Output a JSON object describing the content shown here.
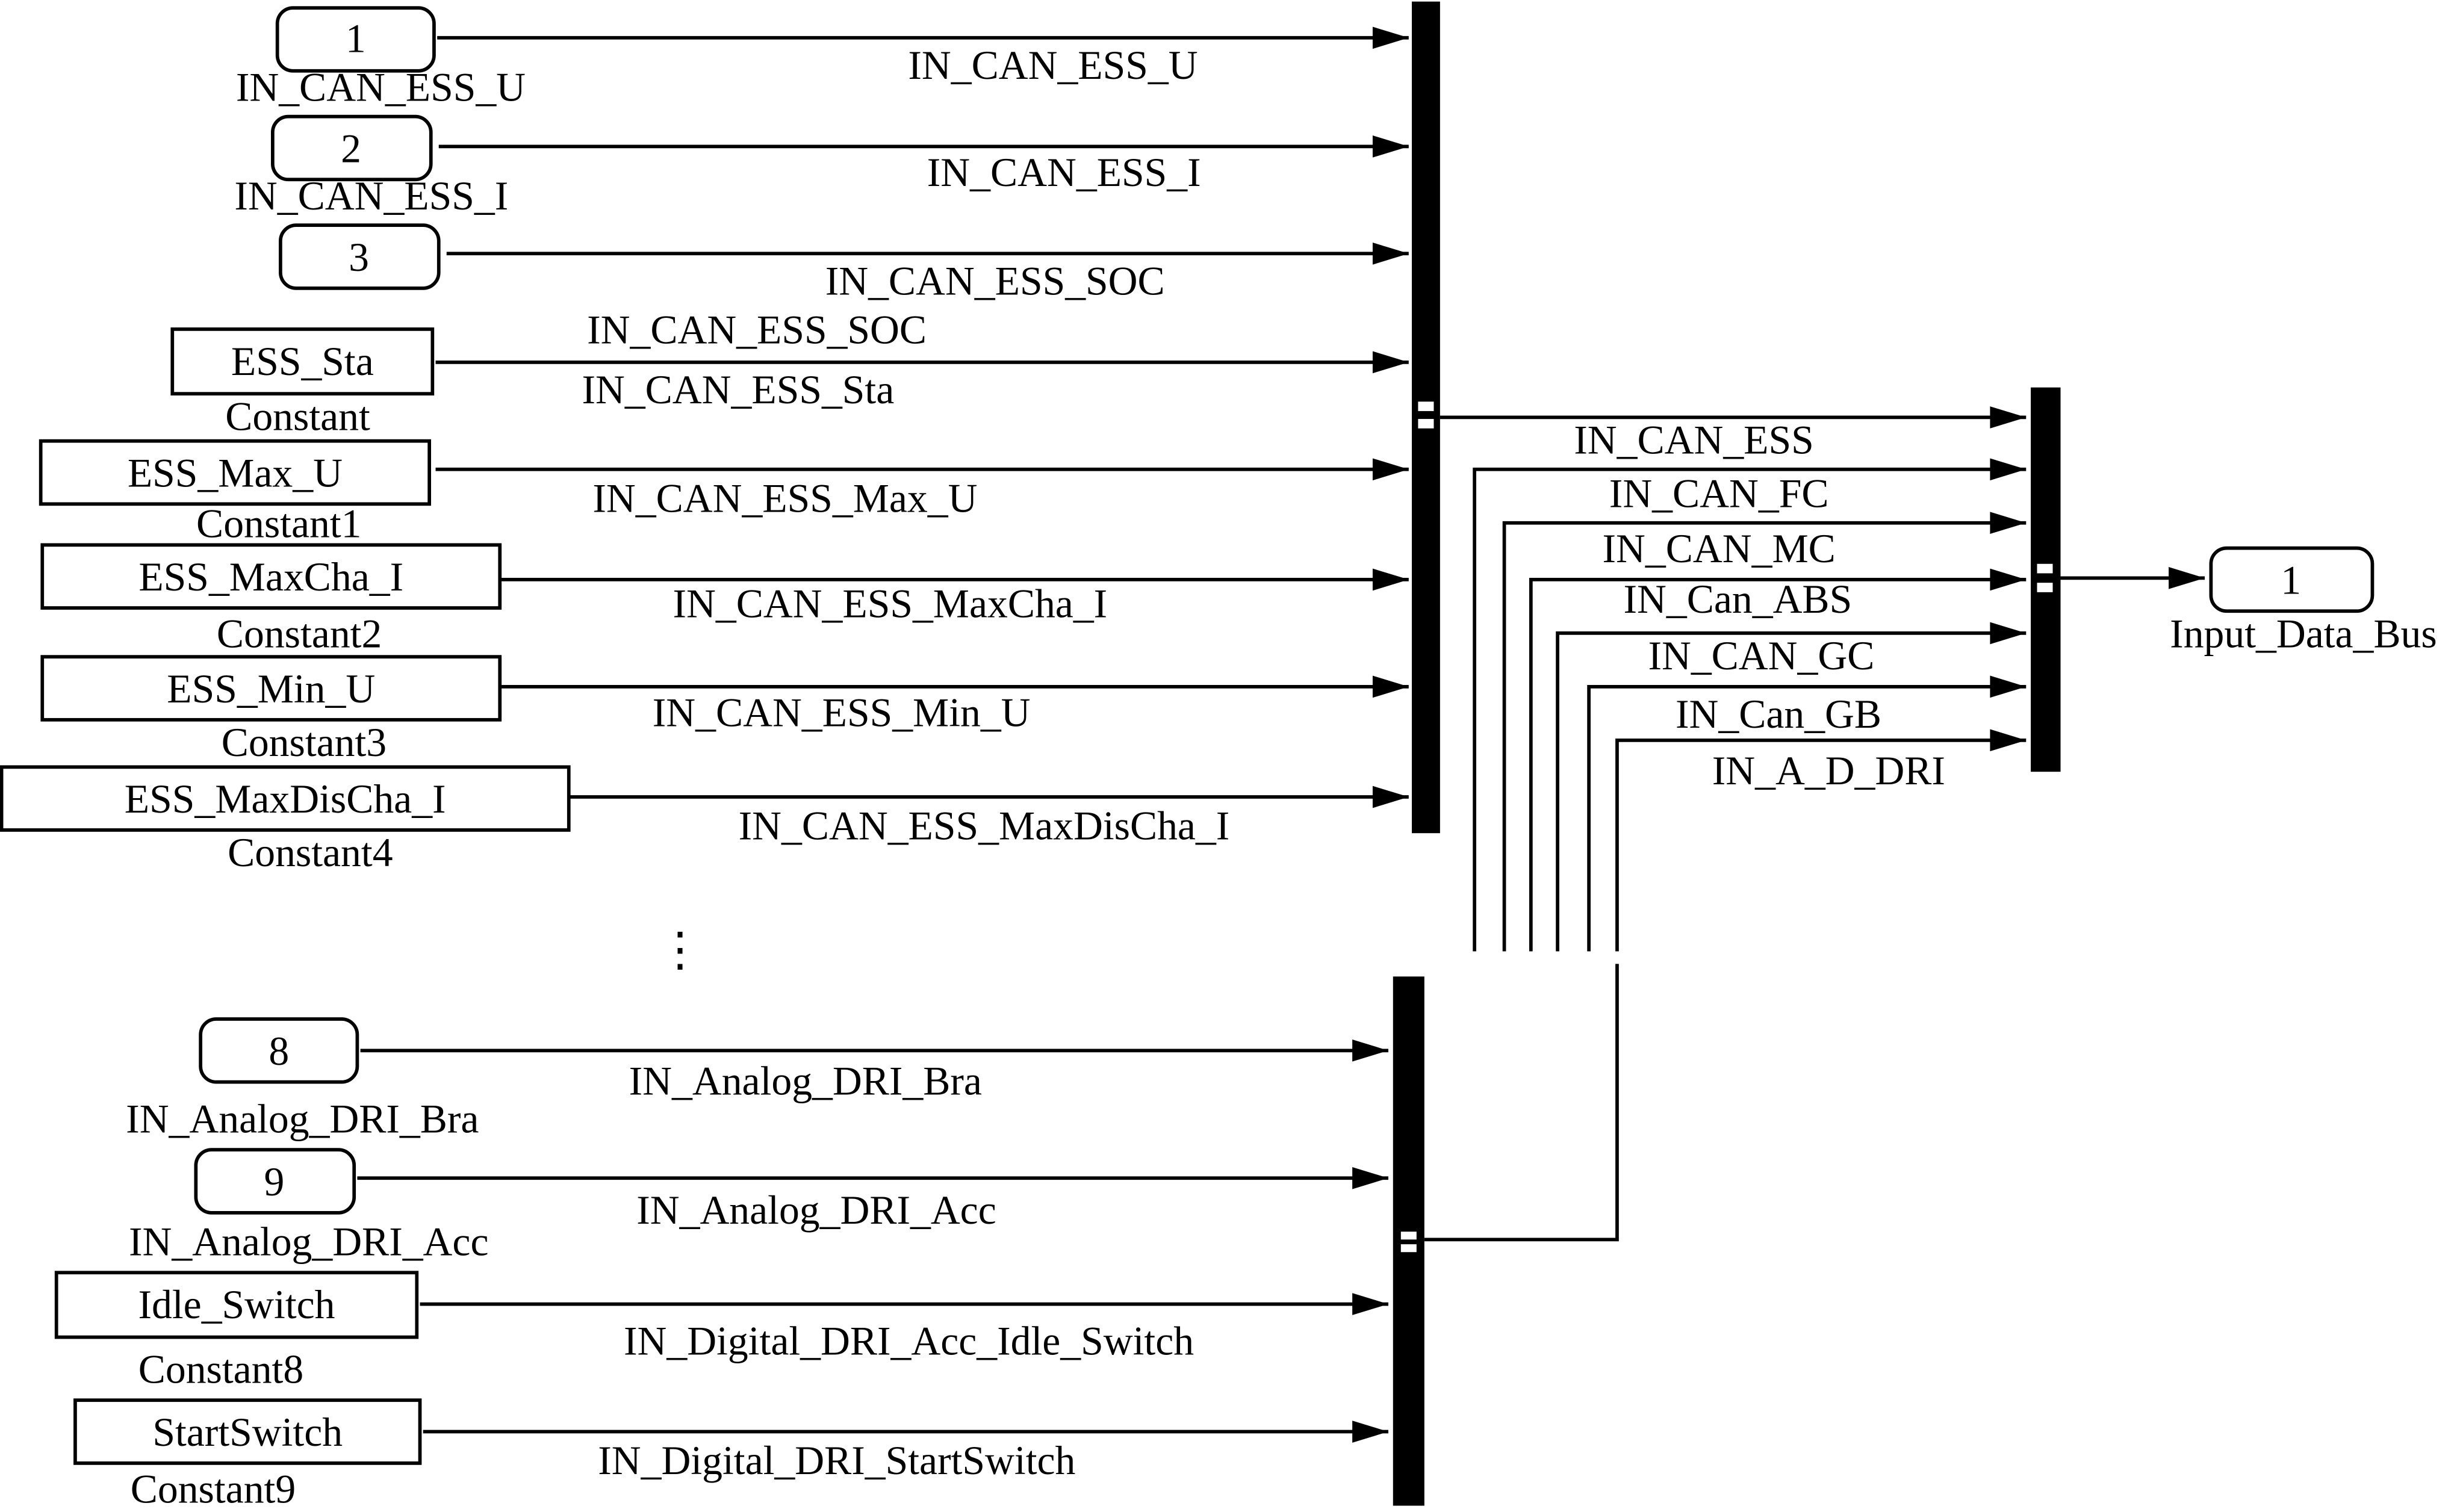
{
  "inports_top": [
    {
      "number": "1",
      "name": "IN_CAN_ESS_U",
      "signal": "IN_CAN_ESS_U"
    },
    {
      "number": "2",
      "name": "IN_CAN_ESS_I",
      "signal": "IN_CAN_ESS_I"
    },
    {
      "number": "3",
      "name": "",
      "signal": "IN_CAN_ESS_SOC"
    }
  ],
  "constants_top": [
    {
      "value": "ESS_Sta",
      "name": "Constant",
      "signal": "IN_CAN_ESS_Sta",
      "extra_label": "IN_CAN_ESS_SOC"
    },
    {
      "value": "ESS_Max_U",
      "name": "Constant1",
      "signal": "IN_CAN_ESS_Max_U"
    },
    {
      "value": "ESS_MaxCha_I",
      "name": "Constant2",
      "signal": "IN_CAN_ESS_MaxCha_I"
    },
    {
      "value": "ESS_Min_U",
      "name": "Constant3",
      "signal": "IN_CAN_ESS_Min_U"
    },
    {
      "value": "ESS_MaxDisCha_I",
      "name": "Constant4",
      "signal": "IN_CAN_ESS_MaxDisCha_I"
    }
  ],
  "ellipsis": "⋮",
  "inports_bottom": [
    {
      "number": "8",
      "name": "IN_Analog_DRI_Bra",
      "signal": "IN_Analog_DRI_Bra"
    },
    {
      "number": "9",
      "name": "IN_Analog_DRI_Acc",
      "signal": "IN_Analog_DRI_Acc"
    }
  ],
  "constants_bottom": [
    {
      "value": "Idle_Switch",
      "name": "Constant8",
      "signal": "IN_Digital_DRI_Acc_Idle_Switch"
    },
    {
      "value": "StartSwitch",
      "name": "Constant9",
      "signal": "IN_Digital_DRI_StartSwitch"
    }
  ],
  "main_bus_inputs": [
    "IN_CAN_ESS",
    "IN_CAN_FC",
    "IN_CAN_MC",
    "IN_Can_ABS",
    "IN_CAN_GC",
    "IN_Can_GB",
    "IN_A_D_DRI"
  ],
  "outport": {
    "number": "1",
    "name": "Input_Data_Bus"
  }
}
